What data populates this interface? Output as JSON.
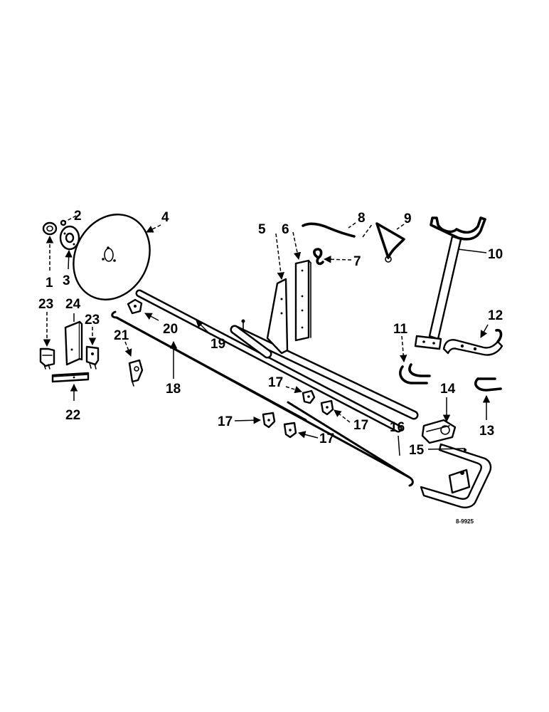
{
  "drawing_code": "8-9925",
  "colors": {
    "ink": "#000000",
    "paper": "#ffffff"
  },
  "labels": {
    "p1": "1",
    "p2": "2",
    "p3": "3",
    "p4": "4",
    "p5": "5",
    "p6": "6",
    "p7": "7",
    "p8": "8",
    "p9": "9",
    "p10": "10",
    "p11": "11",
    "p12": "12",
    "p13": "13",
    "p14": "14",
    "p15": "15",
    "p16": "16",
    "p17a": "17",
    "p17b": "17",
    "p17c": "17",
    "p17d": "17",
    "p18": "18",
    "p19": "19",
    "p20": "20",
    "p21": "21",
    "p22": "22",
    "p23a": "23",
    "p23b": "23",
    "p24": "24"
  }
}
